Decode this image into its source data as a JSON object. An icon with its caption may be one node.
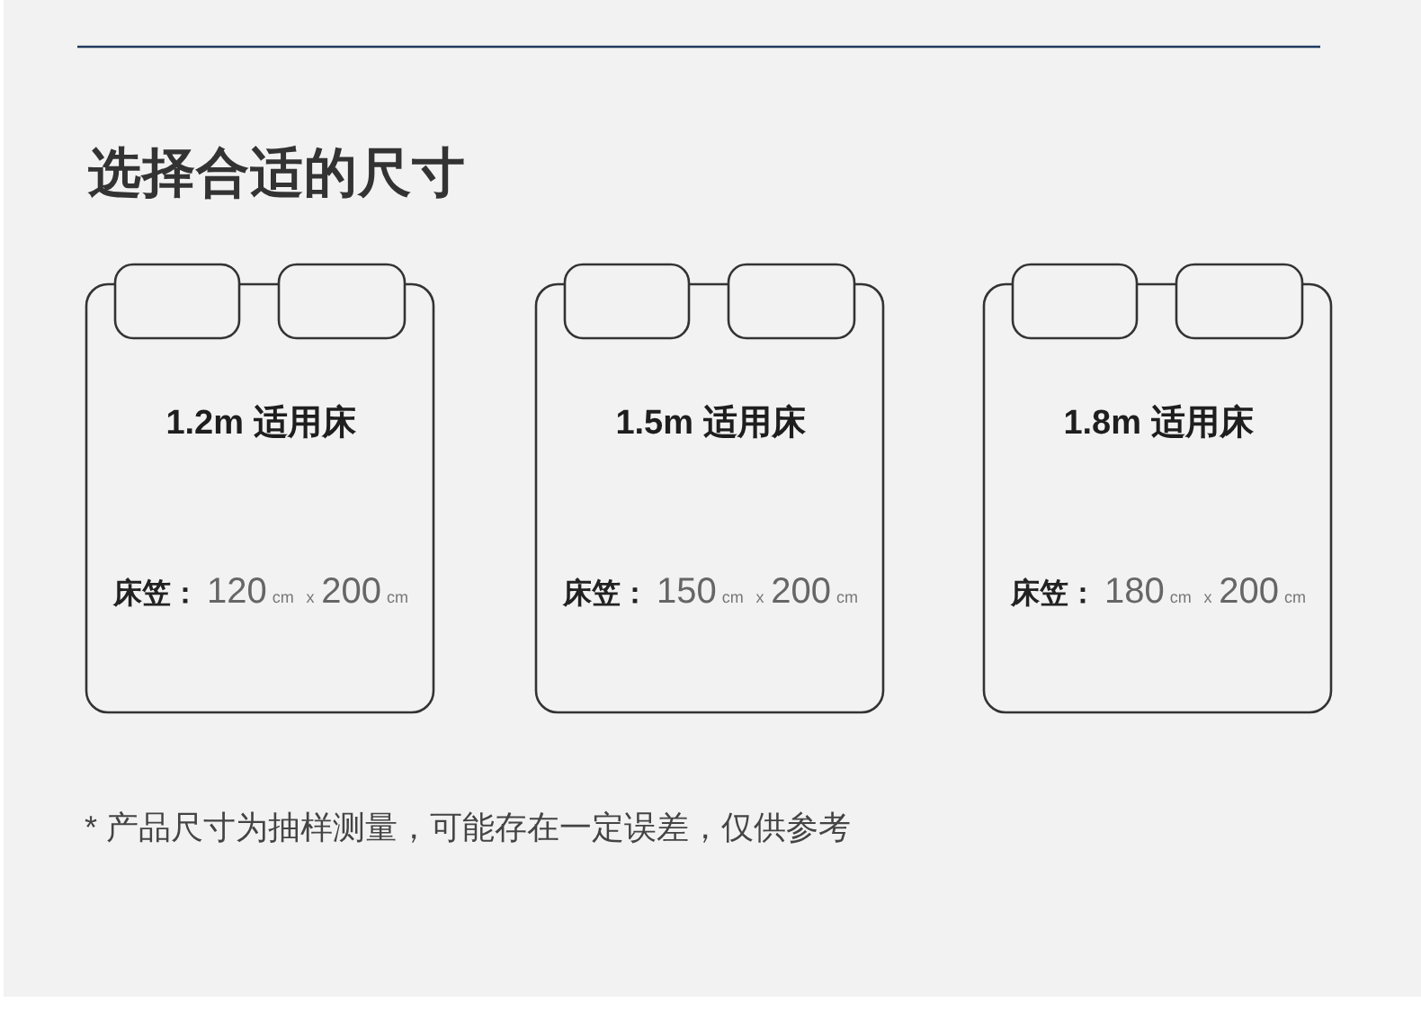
{
  "diagram": {
    "title": "选择合适的尺寸",
    "nodes": [
      {
        "text": [
          "1.2m 适用床",
          "床笠：120cm x 200cm"
        ]
      },
      {
        "text": [
          "1.5m 适用床",
          "床笠：150cm x 200cm"
        ]
      },
      {
        "text": [
          "1.8m 适用床",
          "床笠：180cm x 200cm"
        ]
      }
    ],
    "labels": [
      "* 产品尺寸为抽样测量，可能存在一定误差，仅供参考"
    ]
  }
}
